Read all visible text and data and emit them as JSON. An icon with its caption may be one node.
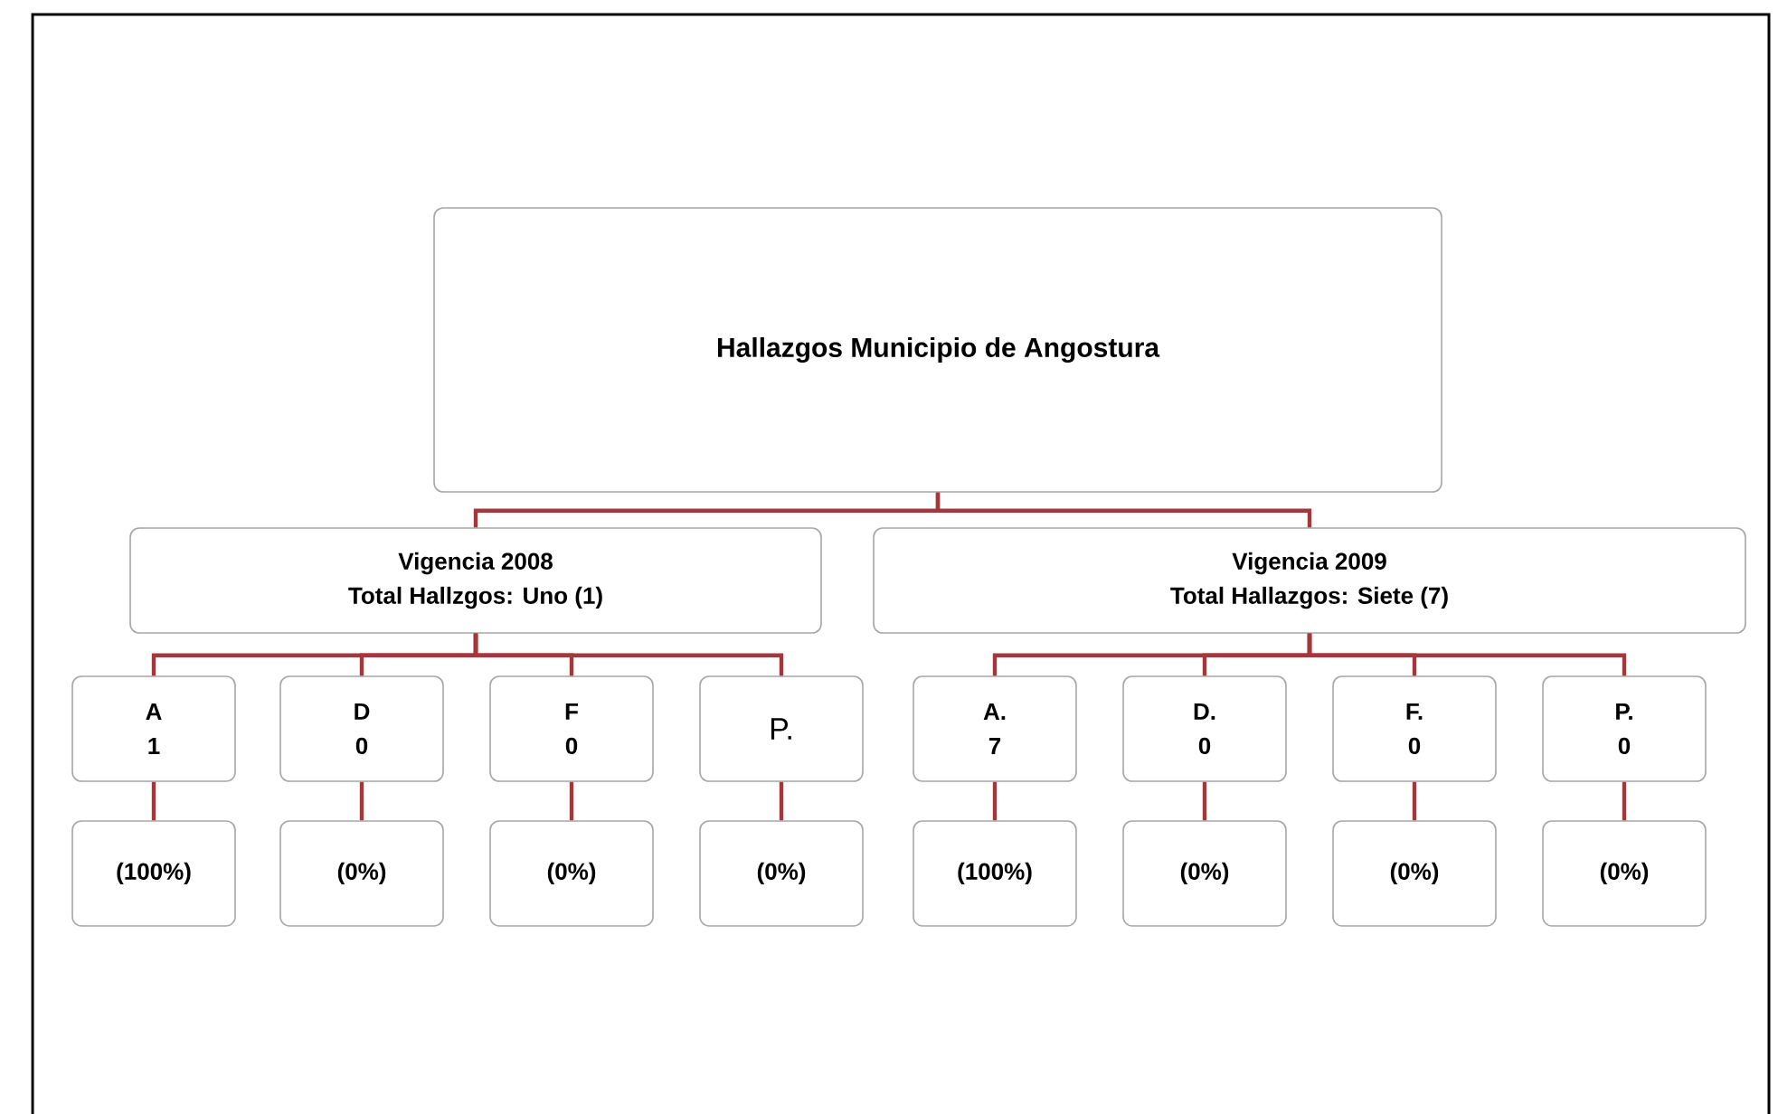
{
  "diagram": {
    "nodes": [
      {
        "text": [
          "Hallazgos Municipio de Angostura"
        ]
      },
      {
        "text": [
          "Vigencia 2008",
          "Total Hallzgos: Uno (1)"
        ]
      },
      {
        "text": [
          "Vigencia 2009",
          "Total Hallazgos: Siete (7)"
        ]
      },
      {
        "text": [
          "A",
          "1"
        ]
      },
      {
        "text": [
          "D",
          "0"
        ]
      },
      {
        "text": [
          "F",
          "0"
        ]
      },
      {
        "text": [
          "P."
        ]
      },
      {
        "text": [
          "A.",
          "7"
        ]
      },
      {
        "text": [
          "D.",
          "0"
        ]
      },
      {
        "text": [
          "F.",
          "0"
        ]
      },
      {
        "text": [
          "P.",
          "0"
        ]
      },
      {
        "text": [
          "(100%)"
        ]
      },
      {
        "text": [
          "(0%)"
        ]
      },
      {
        "text": [
          "(0%)"
        ]
      },
      {
        "text": [
          "(0%)"
        ]
      },
      {
        "text": [
          "(100%)"
        ]
      },
      {
        "text": [
          "(0%)"
        ]
      },
      {
        "text": [
          "(0%)"
        ]
      },
      {
        "text": [
          "(0%)"
        ]
      }
    ],
    "edges": [
      {
        "from": 0,
        "to": 1,
        "arrow": "none"
      },
      {
        "from": 0,
        "to": 2,
        "arrow": "none"
      },
      {
        "from": 1,
        "to": 3,
        "arrow": "none"
      },
      {
        "from": 1,
        "to": 4,
        "arrow": "none"
      },
      {
        "from": 1,
        "to": 5,
        "arrow": "none"
      },
      {
        "from": 1,
        "to": 6,
        "arrow": "none"
      },
      {
        "from": 2,
        "to": 7,
        "arrow": "none"
      },
      {
        "from": 2,
        "to": 8,
        "arrow": "none"
      },
      {
        "from": 2,
        "to": 9,
        "arrow": "none"
      },
      {
        "from": 2,
        "to": 10,
        "arrow": "none"
      },
      {
        "from": 3,
        "to": 11,
        "arrow": "none"
      },
      {
        "from": 4,
        "to": 12,
        "arrow": "none"
      },
      {
        "from": 5,
        "to": 13,
        "arrow": "none"
      },
      {
        "from": 6,
        "to": 14,
        "arrow": "none"
      },
      {
        "from": 7,
        "to": 15,
        "arrow": "none"
      },
      {
        "from": 8,
        "to": 16,
        "arrow": "none"
      },
      {
        "from": 9,
        "to": 17,
        "arrow": "none"
      },
      {
        "from": 10,
        "to": 18,
        "arrow": "none"
      }
    ]
  }
}
